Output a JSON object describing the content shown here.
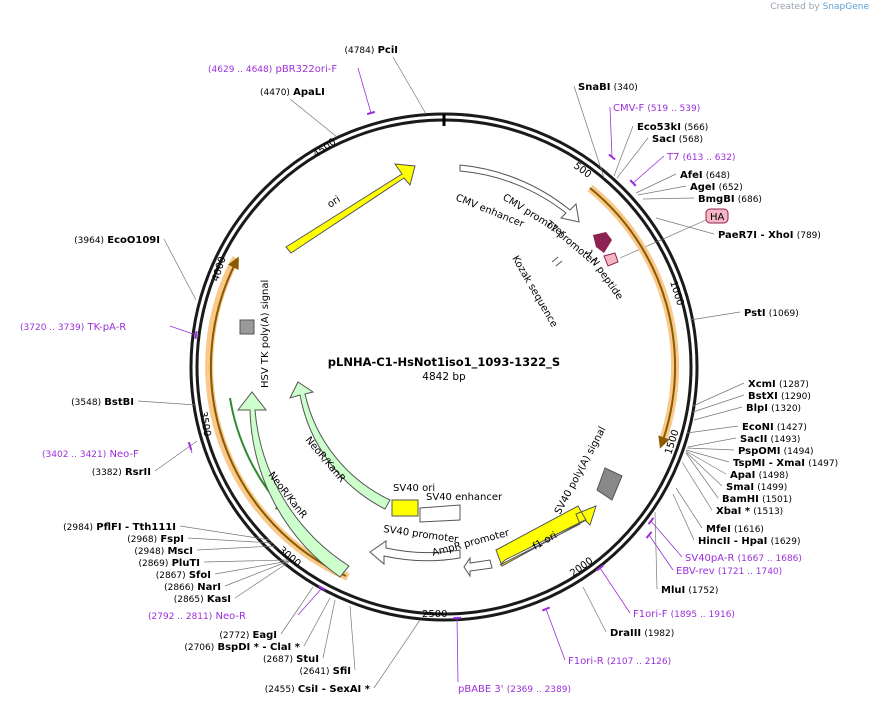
{
  "credit": {
    "prefix": "Created by",
    "brand": "SnapGene"
  },
  "plasmid": {
    "name": "pLNHA-C1-HsNot1iso1_1093-1322_S",
    "length_label": "4842 bp",
    "length": 4842
  },
  "ticks": [
    "500",
    "1000",
    "1500",
    "2000",
    "2500",
    "3000",
    "3500",
    "4000",
    "4500"
  ],
  "enzymes": [
    {
      "pos": "(4784)",
      "name": "PciI"
    },
    {
      "pos": "(4470)",
      "name": "ApaLI"
    },
    {
      "pos": "(340)",
      "name": "SnaBI"
    },
    {
      "pos": "(566)",
      "name": "Eco53kI"
    },
    {
      "pos": "(568)",
      "name": "SacI"
    },
    {
      "pos": "(648)",
      "name": "AfeI"
    },
    {
      "pos": "(652)",
      "name": "AgeI"
    },
    {
      "pos": "(686)",
      "name": "BmgBI"
    },
    {
      "pos": "(789)",
      "name": "PaeR7I - XhoI"
    },
    {
      "pos": "(1069)",
      "name": "PstI"
    },
    {
      "pos": "(1287)",
      "name": "XcmI"
    },
    {
      "pos": "(1290)",
      "name": "BstXI"
    },
    {
      "pos": "(1320)",
      "name": "BlpI"
    },
    {
      "pos": "(1427)",
      "name": "EcoNI"
    },
    {
      "pos": "(1493)",
      "name": "SacII"
    },
    {
      "pos": "(1494)",
      "name": "PspOMI"
    },
    {
      "pos": "(1497)",
      "name": "TspMI - XmaI"
    },
    {
      "pos": "(1498)",
      "name": "ApaI"
    },
    {
      "pos": "(1499)",
      "name": "SmaI"
    },
    {
      "pos": "(1501)",
      "name": "BamHI"
    },
    {
      "pos": "(1513)",
      "name": "XbaI *"
    },
    {
      "pos": "(1616)",
      "name": "MfeI"
    },
    {
      "pos": "(1629)",
      "name": "HincII - HpaI"
    },
    {
      "pos": "(1752)",
      "name": "MluI"
    },
    {
      "pos": "(1982)",
      "name": "DraIII"
    },
    {
      "pos": "(3964)",
      "name": "EcoO109I"
    },
    {
      "pos": "(3548)",
      "name": "BstBI"
    },
    {
      "pos": "(3382)",
      "name": "RsrII"
    },
    {
      "pos": "(2984)",
      "name": "PflFI - Tth111I"
    },
    {
      "pos": "(2968)",
      "name": "FspI"
    },
    {
      "pos": "(2948)",
      "name": "MscI"
    },
    {
      "pos": "(2869)",
      "name": "PluTI"
    },
    {
      "pos": "(2867)",
      "name": "SfoI"
    },
    {
      "pos": "(2866)",
      "name": "NarI"
    },
    {
      "pos": "(2865)",
      "name": "KasI"
    },
    {
      "pos": "(2772)",
      "name": "EagI"
    },
    {
      "pos": "(2706)",
      "name": "BspDI * - ClaI *"
    },
    {
      "pos": "(2687)",
      "name": "StuI"
    },
    {
      "pos": "(2641)",
      "name": "SfiI"
    },
    {
      "pos": "(2455)",
      "name": "CsiI - SexAI *"
    }
  ],
  "primers": [
    {
      "range": "(4629 .. 4648)",
      "name": "pBR322ori-F"
    },
    {
      "range": "(519 .. 539)",
      "name": "CMV-F"
    },
    {
      "range": "(613 .. 632)",
      "name": "T7"
    },
    {
      "range": "(3720 .. 3739)",
      "name": "TK-pA-R"
    },
    {
      "range": "(3402 .. 3421)",
      "name": "Neo-F"
    },
    {
      "range": "(1667 .. 1686)",
      "name": "SV40pA-R"
    },
    {
      "range": "(1721 .. 1740)",
      "name": "EBV-rev"
    },
    {
      "range": "(1895 .. 1916)",
      "name": "F1ori-F"
    },
    {
      "range": "(2107 .. 2126)",
      "name": "F1ori-R"
    },
    {
      "range": "(2792 .. 2811)",
      "name": "Neo-R"
    },
    {
      "range": "(2369 .. 2389)",
      "name": "pBABE 3'"
    }
  ],
  "features": {
    "ori": "ori",
    "cmv_enhancer": "CMV enhancer",
    "cmv_promoter": "CMV promoter",
    "t7_promoter": "T7 promoter",
    "lambda_n": "λ N peptide",
    "kozak": "Kozak sequence",
    "ha": "HA",
    "hsv_tk": "HSV TK poly(A) signal",
    "neo_inner": "NeoR/KanR",
    "neo_outer": "NeoR/KanR",
    "sv40_ori": "SV40 ori",
    "sv40_enhancer": "SV40 enhancer",
    "sv40_promoter": "SV40 promoter",
    "ampr_promoter": "AmpR promoter",
    "f1_ori": "f1 ori",
    "sv40_polya": "SV40 poly(A) signal"
  },
  "colors": {
    "backbone": "#1a1a1a",
    "ori": "#ffff00",
    "neo": "#ccffcc",
    "insert_halo": "#f9c98b",
    "insert_arrow": "#8a5a00",
    "primer": "#9b30d9",
    "lambda_n": "#8b2252",
    "ha": "#f4b6c2",
    "polya": "#888888"
  }
}
